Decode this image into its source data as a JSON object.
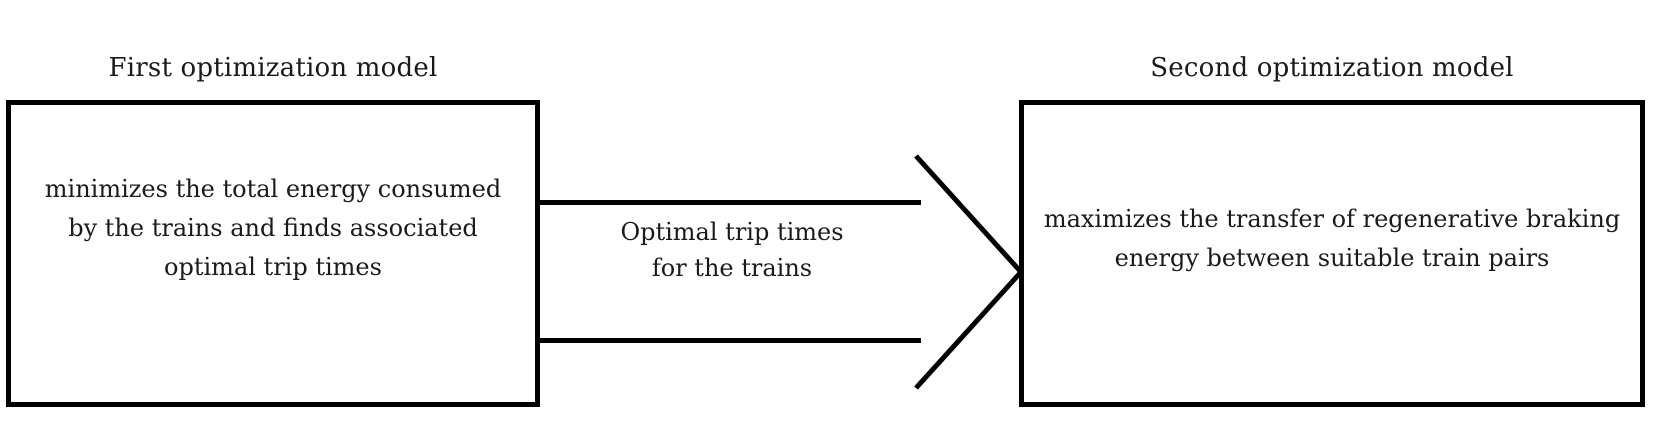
{
  "diagram": {
    "type": "two-stage optimization flow diagram",
    "background_color": "#ffffff",
    "stroke_color": "#000000",
    "text_color": "#1a1a1a",
    "nodes": [
      {
        "id": "first-model",
        "title": "First optimization model",
        "body_lines": [
          "minimizes the total energy consumed",
          "by the trains and finds associated",
          "optimal trip times"
        ]
      },
      {
        "id": "second-model",
        "title": "Second optimization model",
        "body_lines": [
          "maximizes the transfer of regenerative braking",
          "energy between suitable train pairs"
        ]
      }
    ],
    "connector": {
      "id": "flow-arrow",
      "direction": "left-to-right",
      "style": "open outline arrow",
      "label_lines": [
        "Optimal trip times",
        "for the trains"
      ]
    }
  }
}
